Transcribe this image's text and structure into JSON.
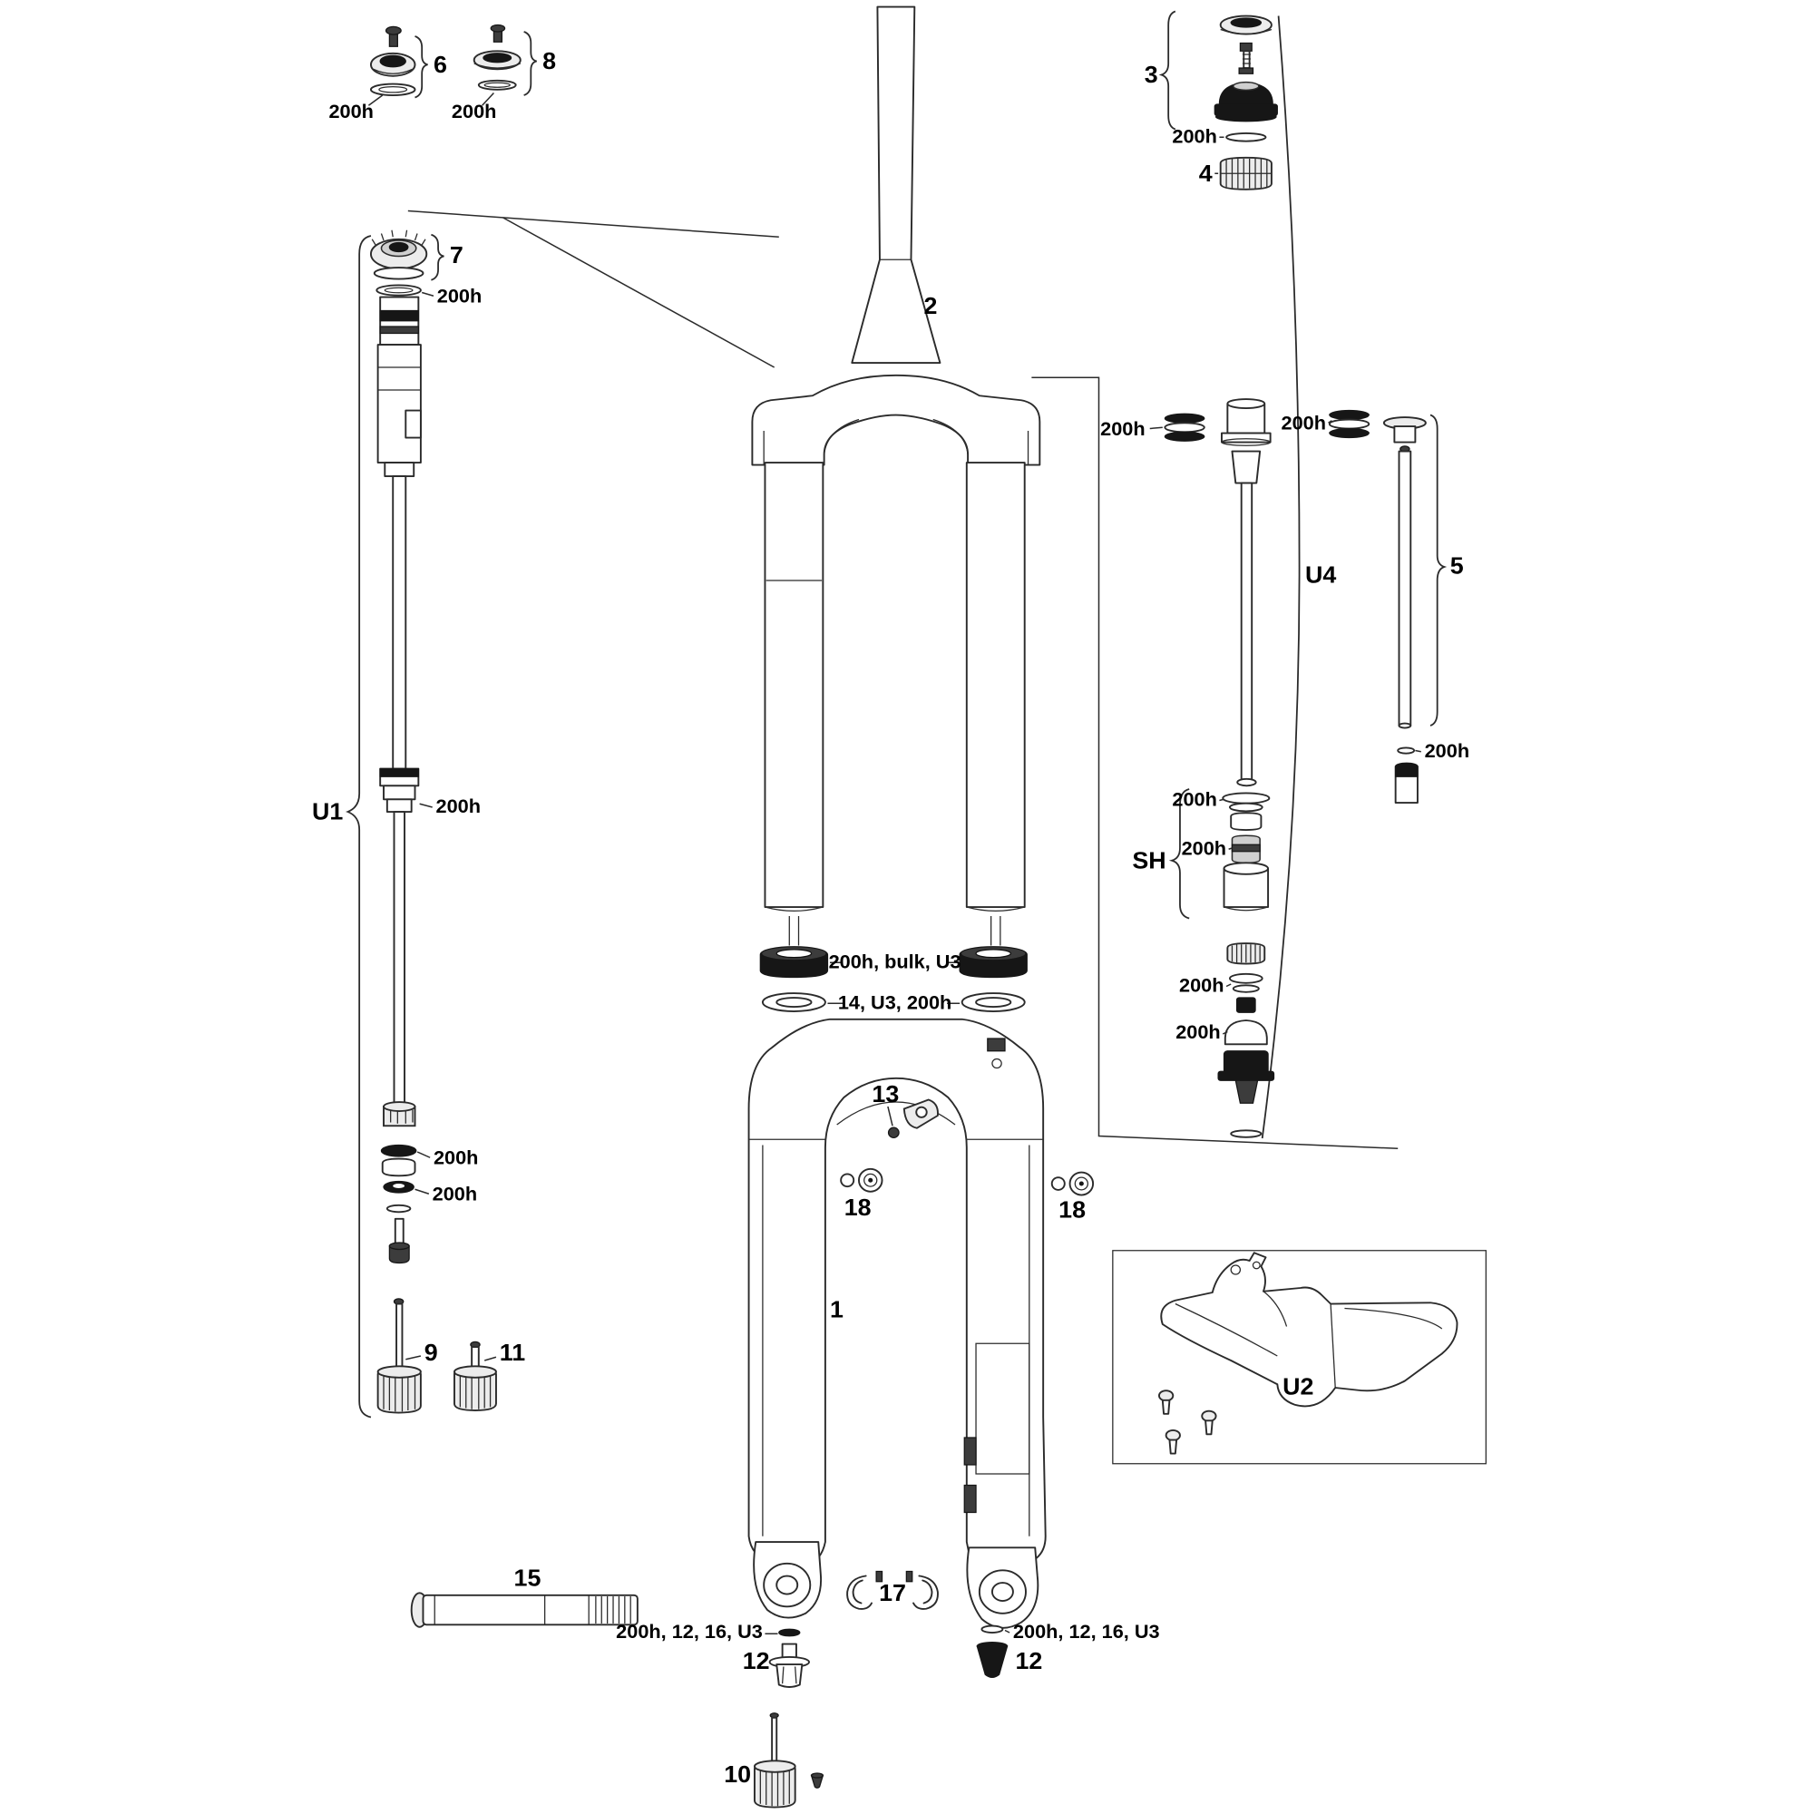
{
  "labels": {
    "n1": "1",
    "n2": "2",
    "n3": "3",
    "n4": "4",
    "n5": "5",
    "n6": "6",
    "n7": "7",
    "n8": "8",
    "n9": "9",
    "n10": "10",
    "n11": "11",
    "n12": "12",
    "n13": "13",
    "n15": "15",
    "n17": "17",
    "n18": "18",
    "u1": "U1",
    "u2": "U2",
    "u4": "U4",
    "sh": "SH",
    "service": "200h",
    "seal_kit": "200h, bulk, U3",
    "foam_ring": "14, U3, 200h",
    "axle_bolt_kit": "200h, 12, 16, U3"
  }
}
